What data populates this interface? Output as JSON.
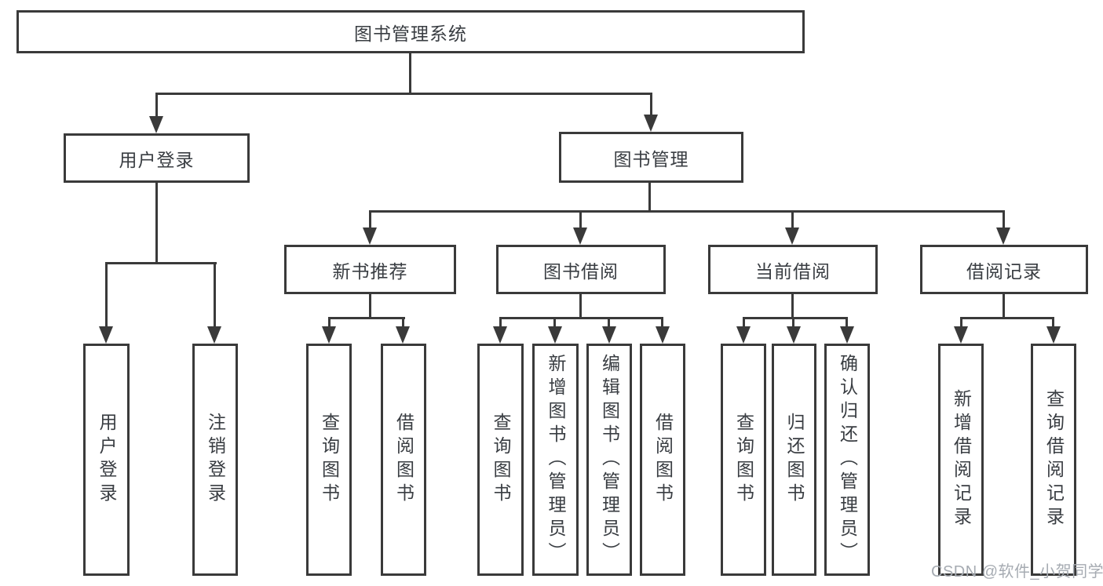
{
  "tree": {
    "label": "图书管理系统",
    "children": [
      {
        "label": "用户登录",
        "children": [
          {
            "label": "用户登录"
          },
          {
            "label": "注销登录"
          }
        ]
      },
      {
        "label": "图书管理",
        "children": [
          {
            "label": "新书推荐",
            "children": [
              {
                "label": "查询图书"
              },
              {
                "label": "借阅图书"
              }
            ]
          },
          {
            "label": "图书借阅",
            "children": [
              {
                "label": "查询图书"
              },
              {
                "label": "新增图书（管理员）"
              },
              {
                "label": "编辑图书（管理员）"
              },
              {
                "label": "借阅图书"
              }
            ]
          },
          {
            "label": "当前借阅",
            "children": [
              {
                "label": "查询图书"
              },
              {
                "label": "归还图书"
              },
              {
                "label": "确认归还（管理员）"
              }
            ]
          },
          {
            "label": "借阅记录",
            "children": [
              {
                "label": "新增借阅记录"
              },
              {
                "label": "查询借阅记录"
              }
            ]
          }
        ]
      }
    ]
  },
  "watermark": {
    "text": "CSDN @软件_小贺同学"
  },
  "colors": {
    "background": "#ffffff",
    "line": "#3a3a3a",
    "box_border": "#3a3a3a",
    "text": "#393d42",
    "watermark": "#a6abb2"
  }
}
